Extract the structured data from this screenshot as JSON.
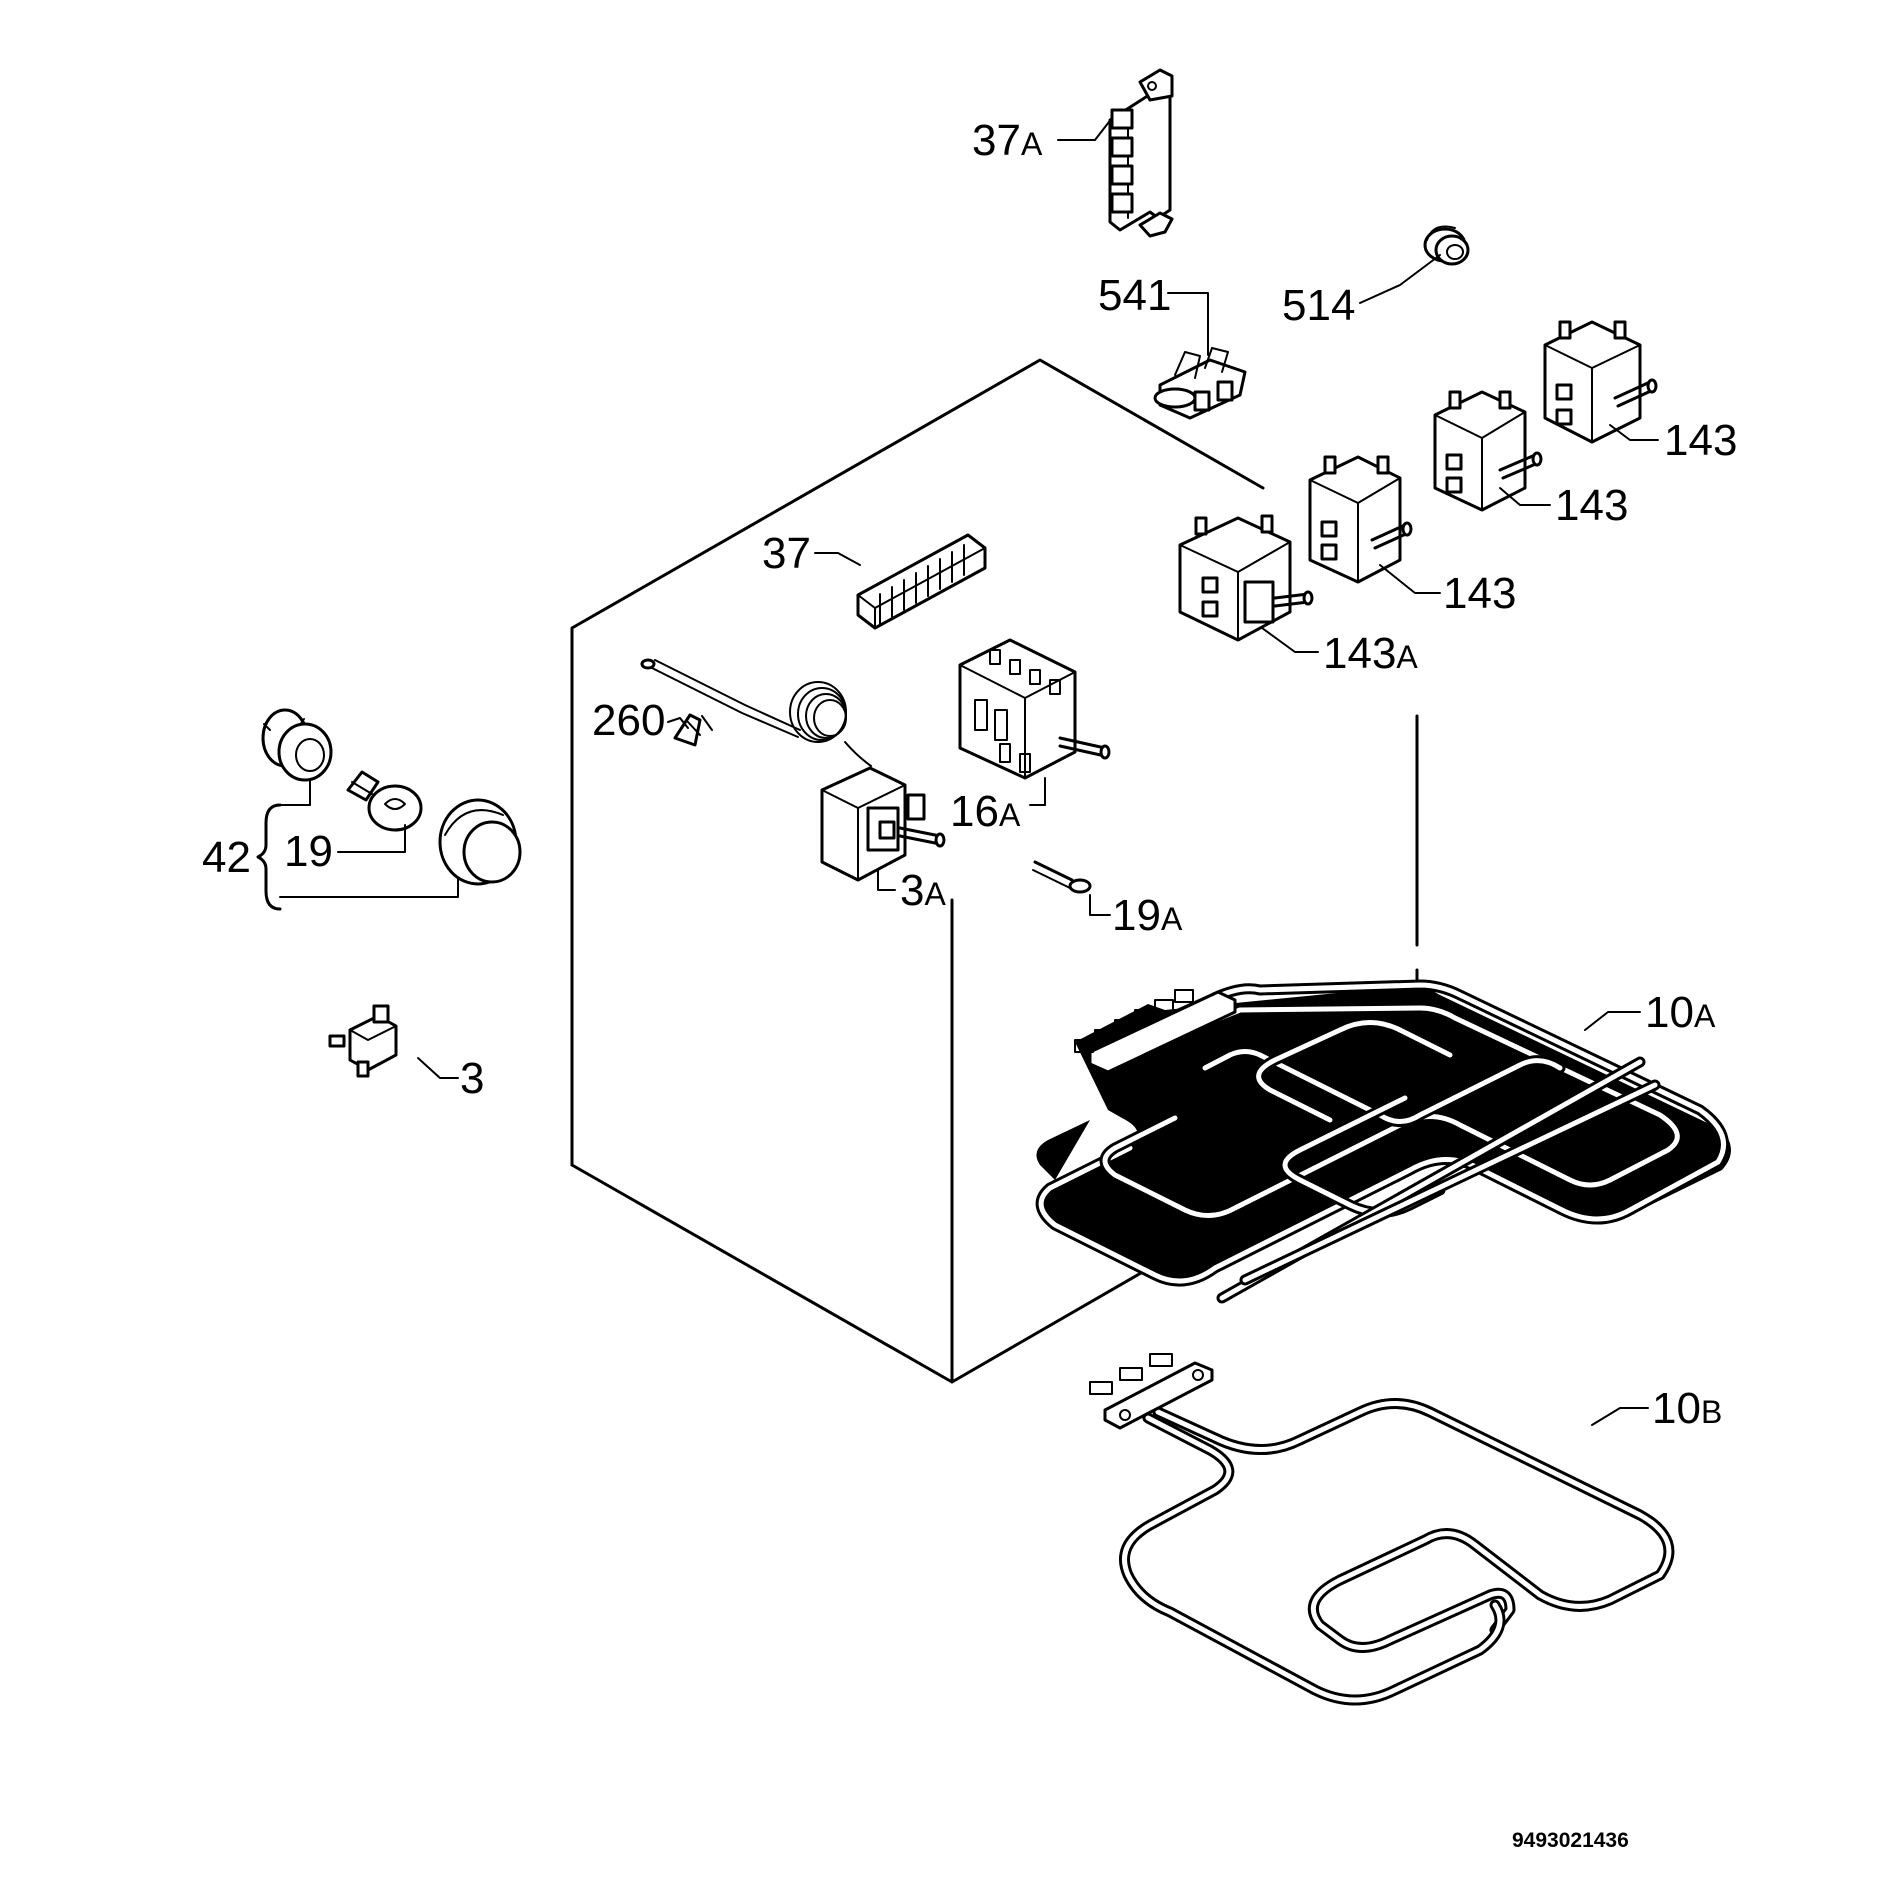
{
  "labels": {
    "p37A": {
      "num": "37",
      "suf": "A"
    },
    "p514": {
      "num": "514",
      "suf": ""
    },
    "p541": {
      "num": "541",
      "suf": ""
    },
    "p143a": {
      "num": "143",
      "suf": ""
    },
    "p143b": {
      "num": "143",
      "suf": ""
    },
    "p143c": {
      "num": "143",
      "suf": ""
    },
    "p143A": {
      "num": "143",
      "suf": "A"
    },
    "p37": {
      "num": "37",
      "suf": ""
    },
    "p260": {
      "num": "260",
      "suf": ""
    },
    "p16A": {
      "num": "16",
      "suf": "A"
    },
    "p3A": {
      "num": "3",
      "suf": "A"
    },
    "p19A": {
      "num": "19",
      "suf": "A"
    },
    "p42": {
      "num": "42",
      "suf": ""
    },
    "p19": {
      "num": "19",
      "suf": ""
    },
    "p3": {
      "num": "3",
      "suf": ""
    },
    "p10A": {
      "num": "10",
      "suf": "A"
    },
    "p10B": {
      "num": "10",
      "suf": "B"
    }
  },
  "document_number": "9493021436"
}
